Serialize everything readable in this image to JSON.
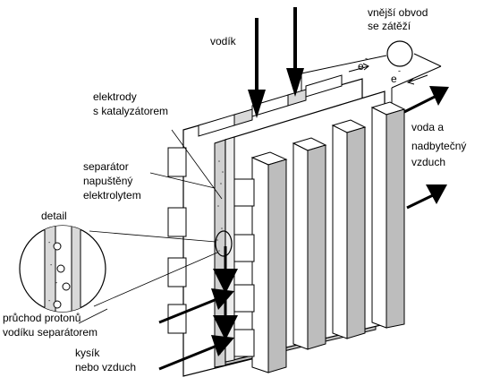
{
  "labels": {
    "external_circuit_line1": "vnější obvod",
    "external_circuit_line2": "se zátěží",
    "electron": "e",
    "electron_charge": "-",
    "hydrogen": "vodík",
    "electrodes_line1": "elektrody",
    "electrodes_line2": "s katalyzátorem",
    "separator_line1": "separátor",
    "separator_line2": "napuštěný",
    "separator_line3": "elektrolytem",
    "detail": "detail",
    "water_line1": "voda a",
    "water_line2": "nadbytečný",
    "water_line3": "vzduch",
    "proton_line1": "průchod protonů",
    "proton_line2": "vodíku separátorem",
    "oxygen_line1": "kysík",
    "oxygen_line2": "nebo vzduch"
  },
  "colors": {
    "ink": "#000000",
    "gray_fill": "#bdbdbd",
    "light_fill": "#d9d9d9",
    "white_fill": "#ffffff"
  }
}
